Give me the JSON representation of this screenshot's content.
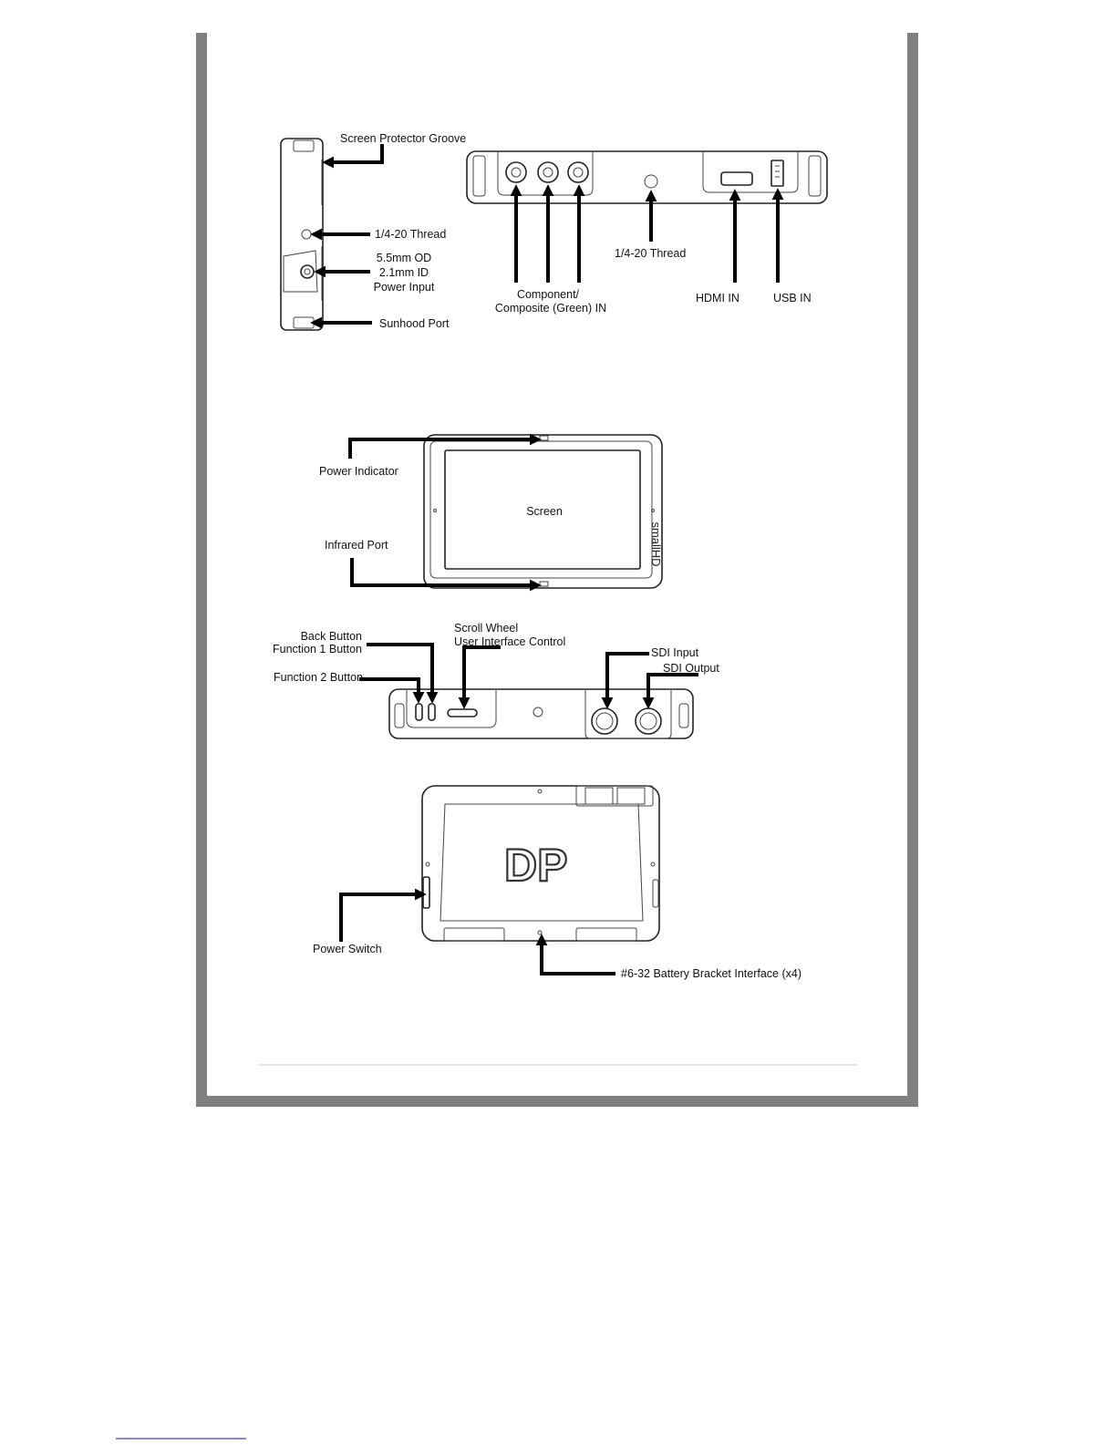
{
  "labels": {
    "screen_protector_groove": "Screen Protector Groove",
    "thread_side": "1/4-20 Thread",
    "power_od": "5.5mm OD",
    "power_id": "2.1mm ID",
    "power_input": "Power Input",
    "sunhood_port": "Sunhood Port",
    "component_line1": "Component/",
    "component_line2": "Composite (Green) IN",
    "thread_top": "1/4-20 Thread",
    "hdmi_in": "HDMI IN",
    "usb_in": "USB IN",
    "power_indicator": "Power Indicator",
    "screen": "Screen",
    "infrared_port": "Infrared Port",
    "brand_mark": "smallHD",
    "back_button": "Back Button",
    "function1_button": "Function 1 Button",
    "function2_button": "Function 2 Button",
    "scroll_wheel_line1": "Scroll Wheel",
    "scroll_wheel_line2": "User Interface Control",
    "sdi_input": "SDI Input",
    "sdi_output": "SDI Output",
    "dp_logo": "DP",
    "power_switch": "Power Switch",
    "battery_bracket": "#6-32 Battery Bracket Interface (x4)"
  },
  "colors": {
    "frame": "#808080",
    "link": "#1a0dab"
  }
}
